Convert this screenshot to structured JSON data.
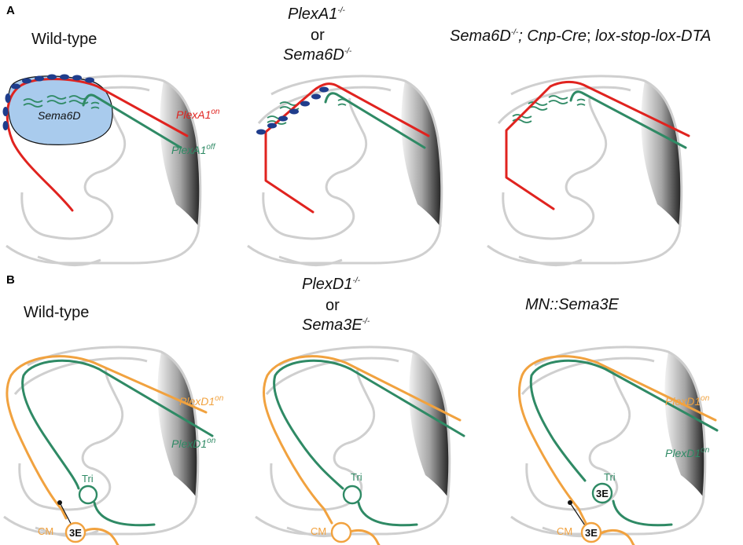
{
  "panelA": {
    "letter": "A",
    "col1": {
      "title": "Wild-type",
      "region_label": "Sema6D",
      "label_red_base": "PlexA1",
      "label_red_sup": "on",
      "label_green_base": "PlexA1",
      "label_green_sup": "off"
    },
    "col2": {
      "title_line1_base": "PlexA1",
      "title_line1_sup": "-/-",
      "title_or": "or",
      "title_line3_base": "Sema6D",
      "title_line3_sup": "-/-"
    },
    "col3": {
      "title_base1": "Sema6D",
      "title_sup": "-/-",
      "title_rest": "; Cnp-Cre",
      "title_sep": "; ",
      "title_end": "lox-stop-lox-DTA"
    }
  },
  "panelB": {
    "letter": "B",
    "col1": {
      "title": "Wild-type",
      "label_orange_base": "PlexD1",
      "label_orange_sup": "on",
      "label_green_base": "PlexD1",
      "label_green_sup": "on",
      "tri": "Tri",
      "cm": "CM",
      "marker": "3E"
    },
    "col2": {
      "title_line1_base": "PlexD1",
      "title_line1_sup": "-/-",
      "title_or": "or",
      "title_line3_base": "Sema3E",
      "title_line3_sup": "-/-",
      "tri": "Tri",
      "cm": "CM"
    },
    "col3": {
      "title": "MN::Sema3E",
      "label_orange_base": "PlexD1",
      "label_orange_sup": "on",
      "label_green_base": "PlexD1",
      "label_green_sup": "on",
      "tri": "Tri",
      "cm": "CM",
      "marker_tri": "3E",
      "marker_cm": "3E"
    }
  },
  "colors": {
    "red": "#e0231f",
    "green": "#2f8a65",
    "orange": "#f1a23f",
    "blue_region": "#a9cbed",
    "blue_dots": "#1f3d8c",
    "outline": "#cfcfcf"
  }
}
